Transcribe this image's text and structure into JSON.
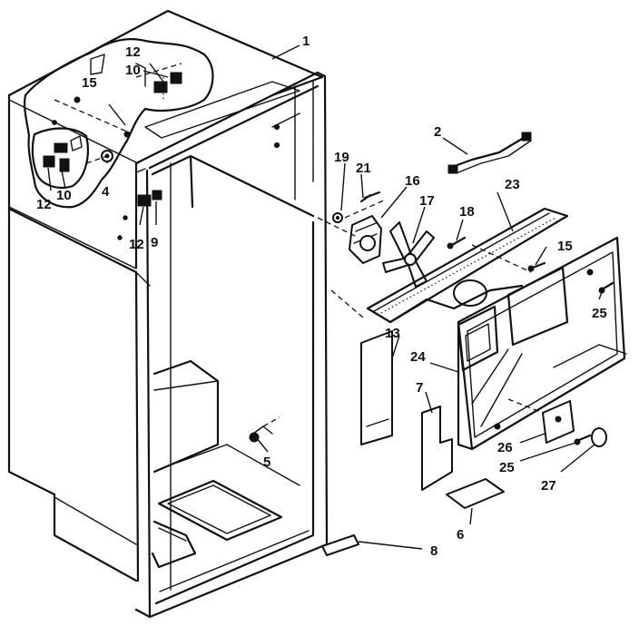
{
  "diagram": {
    "callouts": [
      {
        "id": "c1",
        "text": "1"
      },
      {
        "id": "c2",
        "text": "2"
      },
      {
        "id": "c4",
        "text": "4"
      },
      {
        "id": "c5",
        "text": "5"
      },
      {
        "id": "c6",
        "text": "6"
      },
      {
        "id": "c7",
        "text": "7"
      },
      {
        "id": "c8",
        "text": "8"
      },
      {
        "id": "c9",
        "text": "9"
      },
      {
        "id": "c10a",
        "text": "10"
      },
      {
        "id": "c10b",
        "text": "10"
      },
      {
        "id": "c12a",
        "text": "12"
      },
      {
        "id": "c12b",
        "text": "12"
      },
      {
        "id": "c12c",
        "text": "12"
      },
      {
        "id": "c13",
        "text": "13"
      },
      {
        "id": "c15a",
        "text": "15"
      },
      {
        "id": "c15b",
        "text": "15"
      },
      {
        "id": "c16",
        "text": "16"
      },
      {
        "id": "c17",
        "text": "17"
      },
      {
        "id": "c18",
        "text": "18"
      },
      {
        "id": "c19",
        "text": "19"
      },
      {
        "id": "c21",
        "text": "21"
      },
      {
        "id": "c23",
        "text": "23"
      },
      {
        "id": "c24",
        "text": "24"
      },
      {
        "id": "c25a",
        "text": "25"
      },
      {
        "id": "c25b",
        "text": "25"
      },
      {
        "id": "c26",
        "text": "26"
      },
      {
        "id": "c27",
        "text": "27"
      }
    ]
  }
}
